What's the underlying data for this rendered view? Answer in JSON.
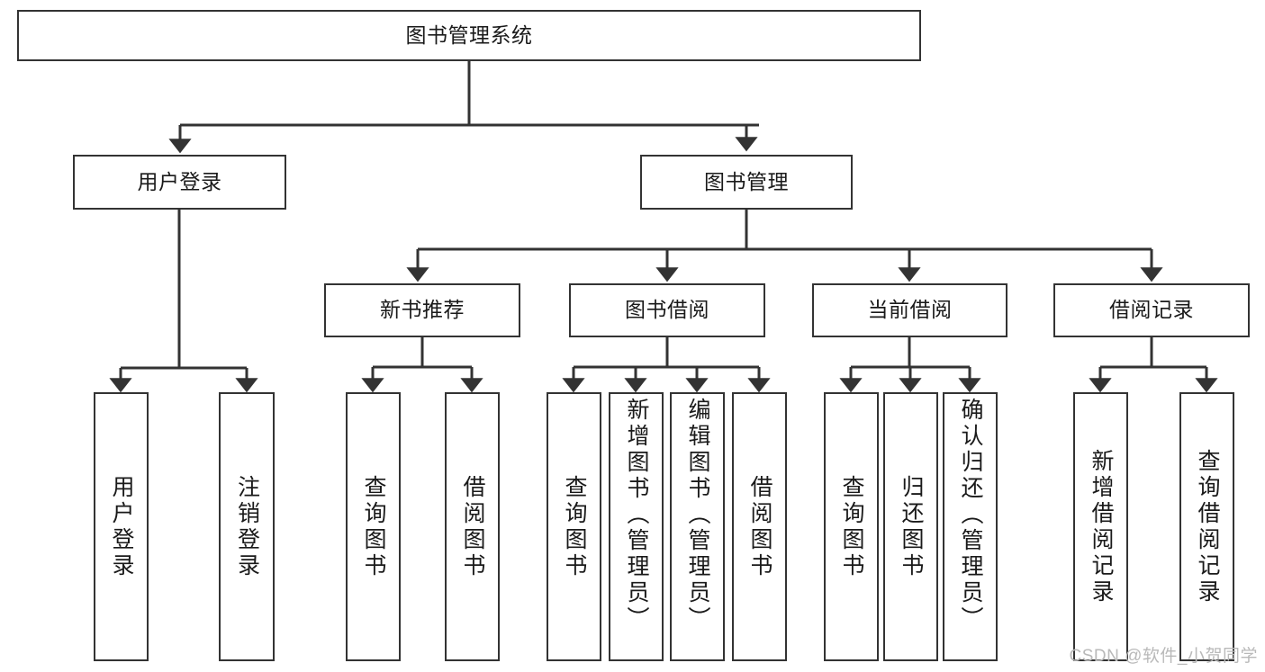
{
  "diagram": {
    "title": "图书管理系统",
    "watermark": "CSDN @软件_小贺同学",
    "colors": {
      "stroke": "#333333",
      "fill": "#ffffff",
      "text": "#1a1a1a",
      "watermark": "#b9b9b9"
    },
    "root": {
      "label": "图书管理系统"
    },
    "level2": [
      {
        "label": "用户登录"
      },
      {
        "label": "图书管理"
      }
    ],
    "level3": [
      {
        "label": "新书推荐"
      },
      {
        "label": "图书借阅"
      },
      {
        "label": "当前借阅"
      },
      {
        "label": "借阅记录"
      }
    ],
    "leaves": {
      "user_login": [
        {
          "label": "用户登录"
        },
        {
          "label": "注销登录"
        }
      ],
      "new_book_recommend": [
        {
          "label": "查询图书"
        },
        {
          "label": "借阅图书"
        }
      ],
      "book_borrow": [
        {
          "label": "查询图书"
        },
        {
          "label": "新增图书（管理员）"
        },
        {
          "label": "编辑图书（管理员）"
        },
        {
          "label": "借阅图书"
        }
      ],
      "current_borrow": [
        {
          "label": "查询图书"
        },
        {
          "label": "归还图书"
        },
        {
          "label": "确认归还（管理员）"
        }
      ],
      "borrow_record": [
        {
          "label": "新增借阅记录"
        },
        {
          "label": "查询借阅记录"
        }
      ]
    }
  }
}
